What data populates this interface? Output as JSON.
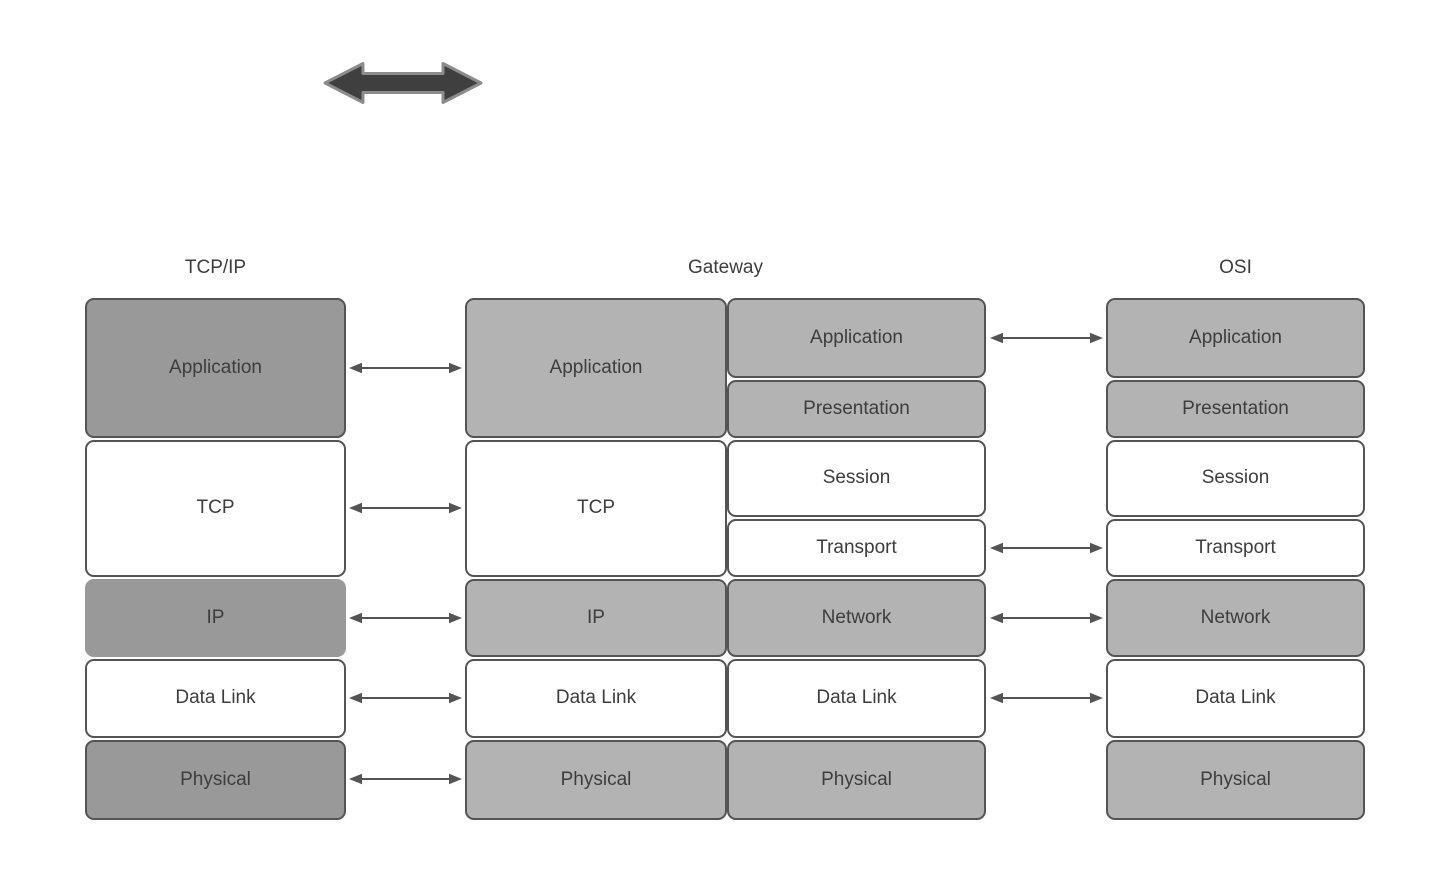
{
  "diagram": {
    "top_icon": "double-headed-arrow",
    "columns": [
      {
        "id": "tcpip",
        "title": "TCP/IP",
        "layers": [
          {
            "label": "Application",
            "tone": "gray-dark"
          },
          {
            "label": "TCP",
            "tone": "white"
          },
          {
            "label": "IP",
            "tone": "gray-dark"
          },
          {
            "label": "Data Link",
            "tone": "white"
          },
          {
            "label": "Physical",
            "tone": "gray-dark"
          }
        ]
      },
      {
        "id": "gateway-left",
        "title": "Gateway",
        "layers": [
          {
            "label": "Application",
            "tone": "gray-light"
          },
          {
            "label": "TCP",
            "tone": "white"
          },
          {
            "label": "IP",
            "tone": "gray-light"
          },
          {
            "label": "Data Link",
            "tone": "white"
          },
          {
            "label": "Physical",
            "tone": "gray-light"
          }
        ]
      },
      {
        "id": "gateway-right",
        "title": "",
        "layers": [
          {
            "label": "Application",
            "tone": "gray-light"
          },
          {
            "label": "Presentation",
            "tone": "gray-light"
          },
          {
            "label": "Session",
            "tone": "white"
          },
          {
            "label": "Transport",
            "tone": "white"
          },
          {
            "label": "Network",
            "tone": "gray-light"
          },
          {
            "label": "Data Link",
            "tone": "white"
          },
          {
            "label": "Physical",
            "tone": "gray-light"
          }
        ]
      },
      {
        "id": "osi",
        "title": "OSI",
        "layers": [
          {
            "label": "Application",
            "tone": "gray-light"
          },
          {
            "label": "Presentation",
            "tone": "gray-light"
          },
          {
            "label": "Session",
            "tone": "white"
          },
          {
            "label": "Transport",
            "tone": "white"
          },
          {
            "label": "Network",
            "tone": "gray-light"
          },
          {
            "label": "Data Link",
            "tone": "white"
          },
          {
            "label": "Physical",
            "tone": "gray-light"
          }
        ]
      }
    ],
    "connections": {
      "tcpip_to_gateway": [
        "Application",
        "TCP",
        "IP",
        "Data Link",
        "Physical"
      ],
      "gateway_to_osi": [
        "Application",
        "Transport",
        "Network",
        "Data Link"
      ]
    },
    "colors": {
      "box_gray_dark": "#999999",
      "box_gray_light": "#b3b3b3",
      "box_white": "#ffffff",
      "box_border": "#545454",
      "arrow": "#545454",
      "thick_arrow_fill": "#3f3f3f",
      "thick_arrow_stroke": "#8c8c8c",
      "text": "#3d3d3d"
    }
  }
}
